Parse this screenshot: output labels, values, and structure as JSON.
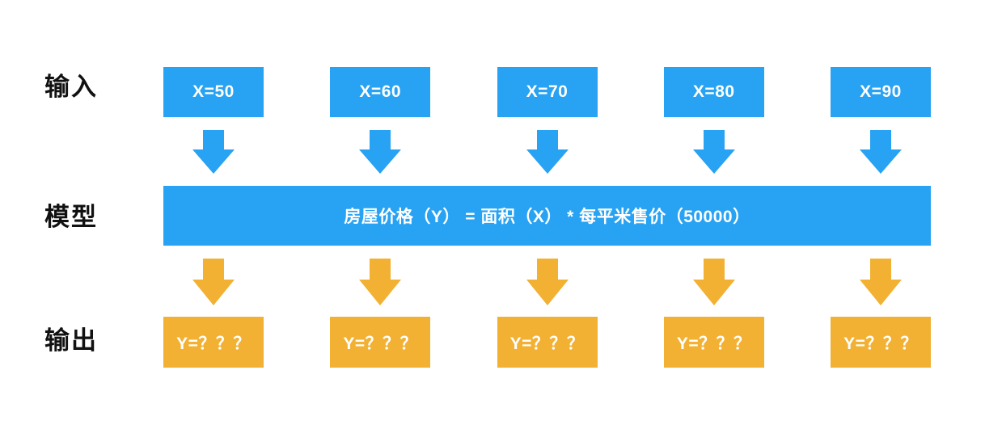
{
  "diagram": {
    "row_labels": {
      "input": "输入",
      "model": "模型",
      "output": "输出"
    },
    "inputs": [
      "X=50",
      "X=60",
      "X=70",
      "X=80",
      "X=90"
    ],
    "model_formula": "房屋价格（Y） = 面积（X） * 每平米售价（50000）",
    "outputs": [
      "Y=？？？",
      "Y=？？？",
      "Y=？？？",
      "Y=？？？",
      "Y=？？？"
    ],
    "colors": {
      "input_blue": "#28a2f2",
      "output_orange": "#f2b133",
      "text_on_color": "#ffffff",
      "label_text": "#111111",
      "background": "#ffffff"
    }
  }
}
